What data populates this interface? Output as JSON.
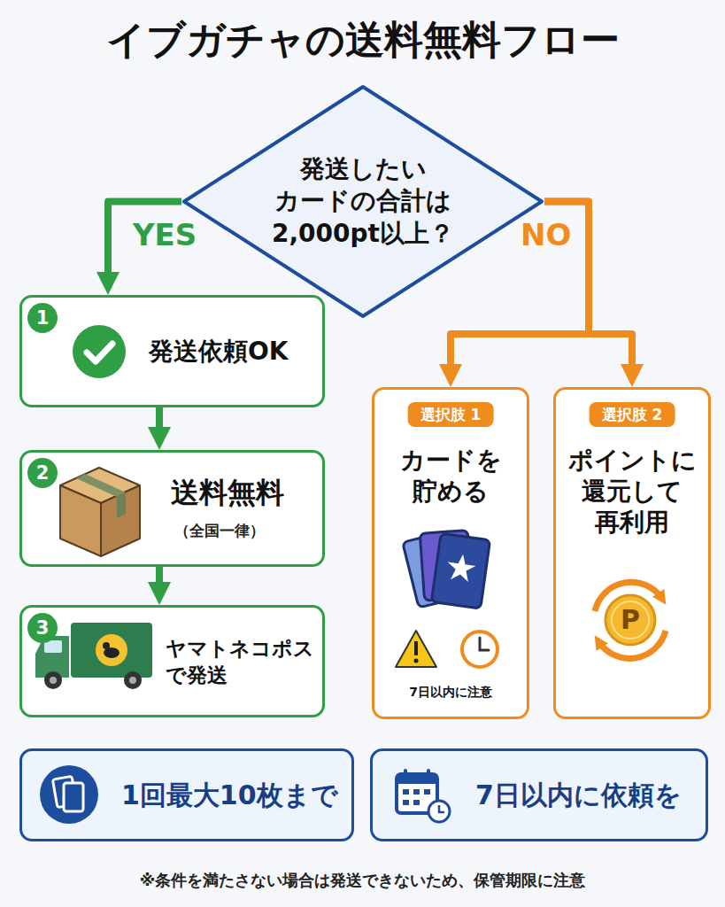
{
  "diagram": {
    "title": "イブガチャの送料無料フロー",
    "caption": "※条件を満たさない場合は発送できないため、保管期限に注意",
    "nodes": [
      {
        "text": [
          "発送したい カードの合計は 2,000pt以上？"
        ]
      },
      {
        "text": [
          "1",
          "発送依頼OK"
        ]
      },
      {
        "text": [
          "2",
          "送料無料",
          "（全国一律）"
        ]
      },
      {
        "text": [
          "3",
          "ヤマトネコポス で発送"
        ]
      },
      {
        "text": [
          "選択肢 1",
          "カードを 貯める",
          "7日以内に注意"
        ]
      },
      {
        "text": [
          "選択肢 2",
          "ポイントに 還元して 再利用"
        ]
      },
      {
        "text": [
          "1回最大10枚まで"
        ]
      },
      {
        "text": [
          "7日以内に依頼を"
        ]
      }
    ],
    "edges": [
      {
        "from": 0,
        "to": 1,
        "arrow": "to",
        "label": "YES"
      },
      {
        "from": 1,
        "to": 2,
        "arrow": "to"
      },
      {
        "from": 2,
        "to": 3,
        "arrow": "to"
      },
      {
        "from": 0,
        "to": 4,
        "arrow": "to",
        "label": "NO"
      },
      {
        "from": 0,
        "to": 5,
        "arrow": "to"
      }
    ],
    "labels": [
      "P"
    ]
  }
}
